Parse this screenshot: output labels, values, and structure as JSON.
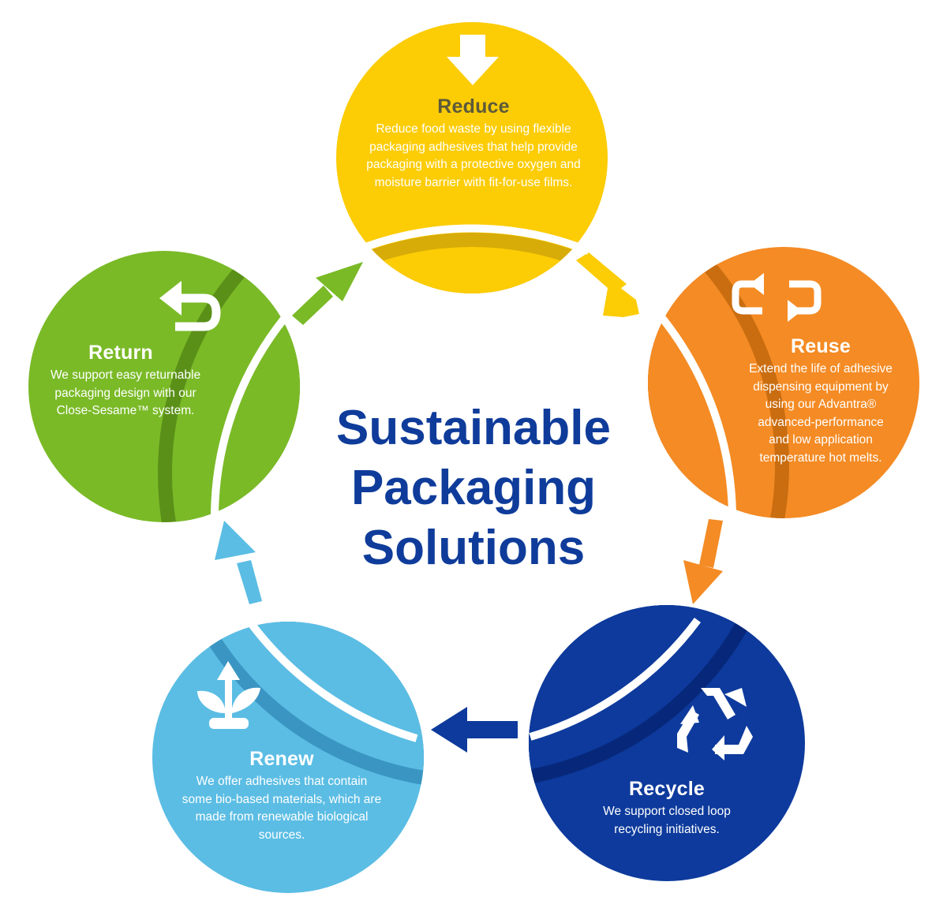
{
  "center": {
    "line1": "Sustainable",
    "line2": "Packaging",
    "line3": "Solutions"
  },
  "stages": {
    "reduce": {
      "title": "Reduce",
      "desc": [
        "Reduce food waste by using flexible",
        "packaging adhesives that help provide",
        "packaging with a protective oxygen and",
        "moisture barrier with fit-for-use films."
      ],
      "icon": "down-arrow-icon",
      "color": "#fccc05"
    },
    "reuse": {
      "title": "Reuse",
      "desc": [
        "Extend the life of adhesive",
        "dispensing equipment by",
        "using our Advantra®",
        "advanced-performance",
        "and low application",
        "temperature hot melts."
      ],
      "icon": "reuse-loop-icon",
      "color": "#f48b24"
    },
    "recycle": {
      "title": "Recycle",
      "desc": [
        "We support closed loop",
        "recycling initiatives."
      ],
      "icon": "recycle-icon",
      "color": "#0d3a9c"
    },
    "renew": {
      "title": "Renew",
      "desc": [
        "We offer adhesives that contain",
        "some bio-based materials, which are",
        "made from renewable biological",
        "sources."
      ],
      "icon": "sprout-icon",
      "color": "#5bbde4"
    },
    "return": {
      "title": "Return",
      "desc": [
        "We support easy returnable",
        "packaging design with our",
        "Close-Sesame™ system."
      ],
      "icon": "return-arrow-icon",
      "color": "#7aba27"
    }
  }
}
